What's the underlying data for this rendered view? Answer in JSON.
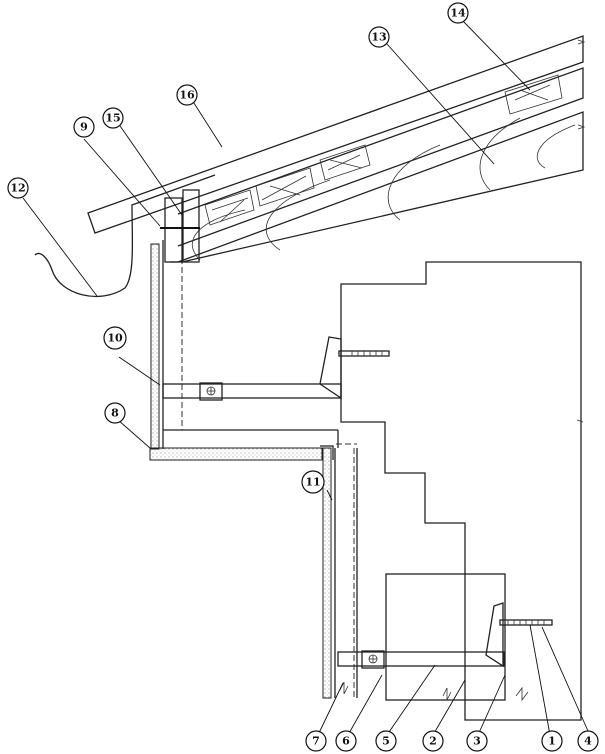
{
  "diagram": {
    "type": "construction-section-detail",
    "subject": "eave / soffit detail with ventilated facade cladding on brick wall",
    "callouts": [
      {
        "id": "1",
        "label": "1"
      },
      {
        "id": "2",
        "label": "2"
      },
      {
        "id": "3",
        "label": "3"
      },
      {
        "id": "4",
        "label": "4"
      },
      {
        "id": "5",
        "label": "5"
      },
      {
        "id": "6",
        "label": "6"
      },
      {
        "id": "7",
        "label": "7"
      },
      {
        "id": "8",
        "label": "8"
      },
      {
        "id": "9",
        "label": "9"
      },
      {
        "id": "10",
        "label": "10"
      },
      {
        "id": "11",
        "label": "11"
      },
      {
        "id": "12",
        "label": "12"
      },
      {
        "id": "13",
        "label": "13"
      },
      {
        "id": "14",
        "label": "14"
      },
      {
        "id": "15",
        "label": "15"
      },
      {
        "id": "16",
        "label": "16"
      }
    ],
    "components": {
      "wall": "masonry wall (diagonal hatch)",
      "insulation_block": "insulation (cross hatch)",
      "roof": "sloped roof with rafters and insulation",
      "gutter": "eave gutter",
      "brackets": "wall brackets with anchor bolts",
      "cladding": "facade panels with air gap"
    }
  }
}
